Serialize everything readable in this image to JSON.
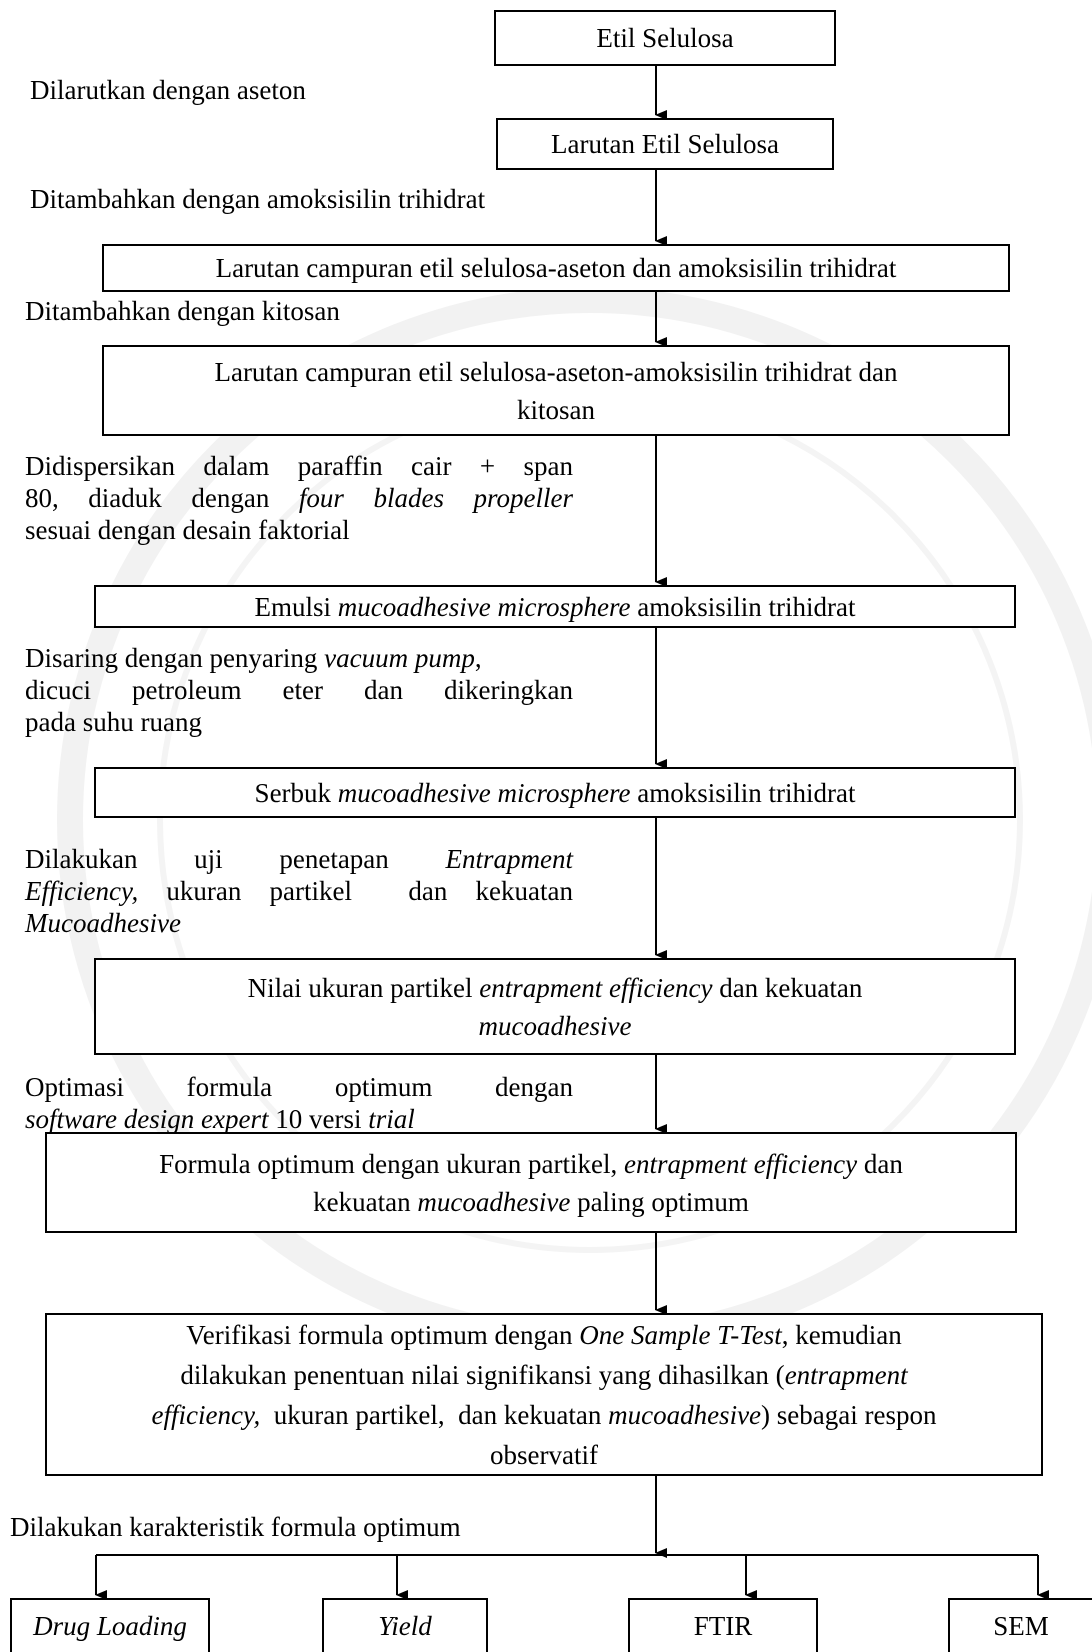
{
  "nodes": {
    "etil_selulosa": "Etil Selulosa",
    "larutan_etil_selulosa": "Larutan Etil Selulosa",
    "larutan_campuran_1": "Larutan campuran etil selulosa-aseton dan amoksisilin trihidrat",
    "larutan_campuran_2_line1": "Larutan campuran etil selulosa-aseton-amoksisilin trihidrat dan",
    "larutan_campuran_2_line2": "kitosan",
    "emulsi_pre": "Emulsi ",
    "emulsi_em": "mucoadhesive microsphere",
    "emulsi_post": " amoksisilin trihidrat",
    "serbuk_pre": "Serbuk ",
    "serbuk_em": "mucoadhesive microsphere",
    "serbuk_post": " amoksisilin trihidrat",
    "nilai_l1_pre": "Nilai ukuran partikel ",
    "nilai_l1_em": "entrapment efficiency",
    "nilai_l1_post": " dan kekuatan",
    "nilai_l2_em": "mucoadhesive",
    "formula_l1_pre": "Formula optimum dengan ukuran partikel, ",
    "formula_l1_em": "entrapment efficiency",
    "formula_l1_post": " dan",
    "formula_l2_pre": "kekuatan ",
    "formula_l2_em": "mucoadhesive",
    "formula_l2_post": " paling optimum",
    "verif_l1_pre": "Verifikasi formula optimum dengan ",
    "verif_l1_em": "One Sample T-Test",
    "verif_l1_post": ", kemudian",
    "verif_l2_pre": "dilakukan penentuan nilai signifikansi yang dihasilkan (",
    "verif_l2_em": "entrapment",
    "verif_l3_em1": "efficiency,",
    "verif_l3_mid": "  ukuran partikel,  dan kekuatan ",
    "verif_l3_em2": "mucoadhesive",
    "verif_l3_post": ") sebagai respon",
    "verif_l4": "observatif",
    "drug_loading": "Drug Loading",
    "yield": "Yield",
    "ftir": "FTIR",
    "sem": "SEM"
  },
  "steps": {
    "s1": "Dilarutkan dengan aseton",
    "s2": "Ditambahkan dengan amoksisilin trihidrat",
    "s3": "Ditambahkan dengan kitosan",
    "s4_l1": "Didispersikan dalam paraffin cair + span",
    "s4_l2_pre": "80, diaduk dengan ",
    "s4_l2_em": "four blades propeller",
    "s4_l3": "sesuai dengan desain faktorial",
    "s5_l1_pre": "Disaring dengan penyaring ",
    "s5_l1_em": "vacuum pump",
    "s5_l1_post": ",",
    "s5_l2": "dicuci petroleum eter dan dikeringkan",
    "s5_l3": "pada suhu ruang",
    "s6_l1_pre": "Dilakukan uji penetapan ",
    "s6_l1_em": "Entrapment",
    "s6_l2_em": "Efficiency,",
    "s6_l2_post": " ukuran partikel  dan kekuatan",
    "s6_l3_em": "Mucoadhesive",
    "s7_l1": "Optimasi formula optimum dengan",
    "s7_l2_em1": "software design expert",
    "s7_l2_mid": " 10 versi ",
    "s7_l2_em2": "trial",
    "s8": "Dilakukan karakteristik formula optimum"
  },
  "colors": {
    "line": "#000000",
    "background": "#ffffff"
  }
}
